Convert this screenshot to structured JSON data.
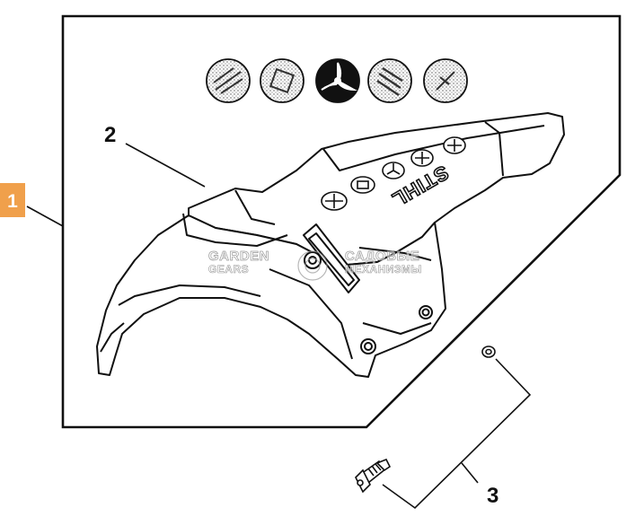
{
  "diagram": {
    "badge": {
      "label": "1",
      "color": "#f0a04b"
    },
    "callouts": {
      "part_2": "2",
      "part_3": "3"
    },
    "product_logo": "STIHL",
    "watermark": {
      "line1_left": "GARDEN",
      "line1_right": "САДОВЫЕ",
      "line2_left": "GEARS",
      "line2_right": "МЕХАНИЗМЫ"
    },
    "cutting_tool_icons": [
      "grass-blade-icon",
      "brush-knife-icon",
      "three-tooth-blade-icon",
      "mulching-blade-icon",
      "trimmer-head-icon"
    ]
  }
}
